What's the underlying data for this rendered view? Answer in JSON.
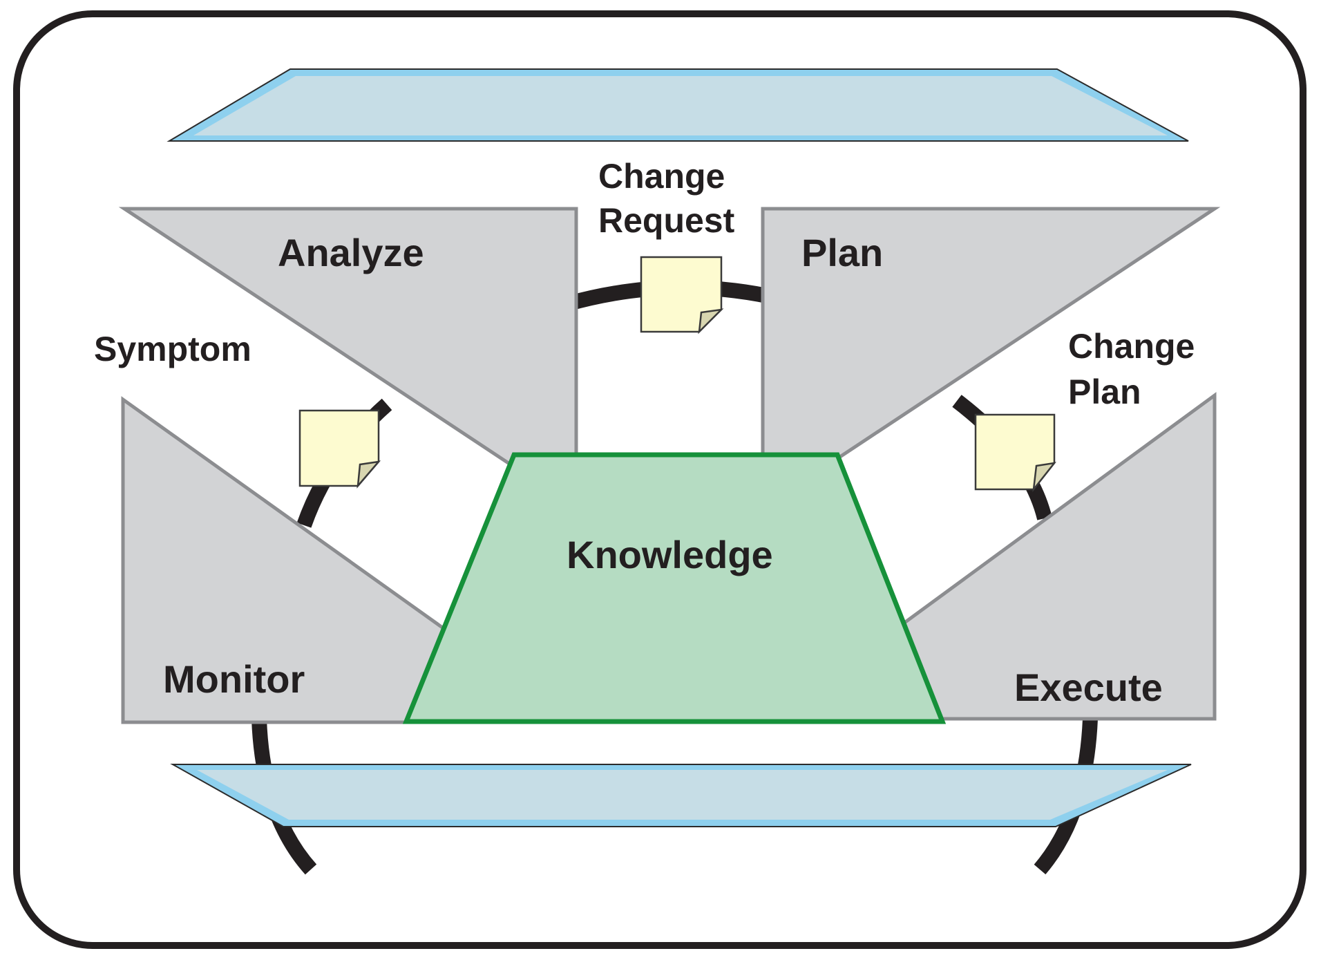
{
  "labels": {
    "analyze": "Analyze",
    "plan": "Plan",
    "monitor": "Monitor",
    "execute": "Execute",
    "knowledge": "Knowledge",
    "symptom": "Symptom",
    "change_request_line1": "Change",
    "change_request_line2": "Request",
    "change_plan_line1": "Change",
    "change_plan_line2": "Plan"
  },
  "colors": {
    "frame": "#231f20",
    "panel_fill": "#d2d3d5",
    "panel_stroke": "#8c8d90",
    "knowledge_fill": "#b5dcc2",
    "knowledge_stroke": "#16913a",
    "bar_fill": "#c6dde6",
    "bar_edge": "#8ed0ee",
    "note_fill": "#fdfbd0",
    "note_stroke": "#3a3a3a",
    "connector": "#231f20"
  }
}
